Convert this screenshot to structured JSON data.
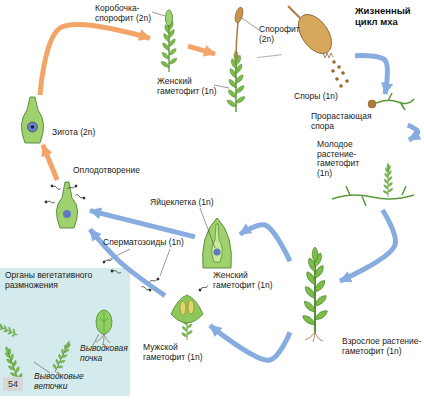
{
  "diagram": {
    "title": "Жизненный цикл мха",
    "nodes": [
      {
        "text": [
          "Коробочка-спорофит (2n)"
        ]
      },
      {
        "text": [
          "Спорофит (2n)",
          "Женский гаметофит (1n)"
        ]
      },
      {
        "text": [
          "Споры (1n)"
        ]
      },
      {
        "text": [
          "Прорастающая спора"
        ]
      },
      {
        "text": [
          "Молодое растение-гаметофит (1n)"
        ]
      },
      {
        "text": [
          "Взрослое растение-гаметофит (1n)"
        ]
      },
      {
        "text": [
          "Мужской гаметофит (1n)"
        ]
      },
      {
        "text": [
          "Женский гаметофит (1n)",
          "Яйцеклетка (1n)"
        ]
      },
      {
        "text": [
          "Оплодотворение"
        ]
      },
      {
        "text": [
          "Зигота (2n)"
        ]
      },
      {
        "text": [
          "Органы вегетативного размножения",
          "Выводковые веточки",
          "Выводковая почка"
        ]
      }
    ],
    "edges": [
      {
        "from": 9,
        "to": 0,
        "arrow": "to"
      },
      {
        "from": 0,
        "to": 1,
        "arrow": "to"
      },
      {
        "from": 1,
        "to": 2,
        "arrow": "none"
      },
      {
        "from": 2,
        "to": 3,
        "arrow": "to"
      },
      {
        "from": 3,
        "to": 4,
        "arrow": "to"
      },
      {
        "from": 4,
        "to": 5,
        "arrow": "to"
      },
      {
        "from": 5,
        "to": 6,
        "arrow": "to"
      },
      {
        "from": 5,
        "to": 7,
        "arrow": "to"
      },
      {
        "from": 6,
        "to": 8,
        "arrow": "to"
      },
      {
        "from": 7,
        "to": 8,
        "arrow": "to"
      },
      {
        "from": 8,
        "to": 9,
        "arrow": "to"
      }
    ],
    "labels": [
      "Сперматозоиды (1n)",
      "54"
    ]
  }
}
